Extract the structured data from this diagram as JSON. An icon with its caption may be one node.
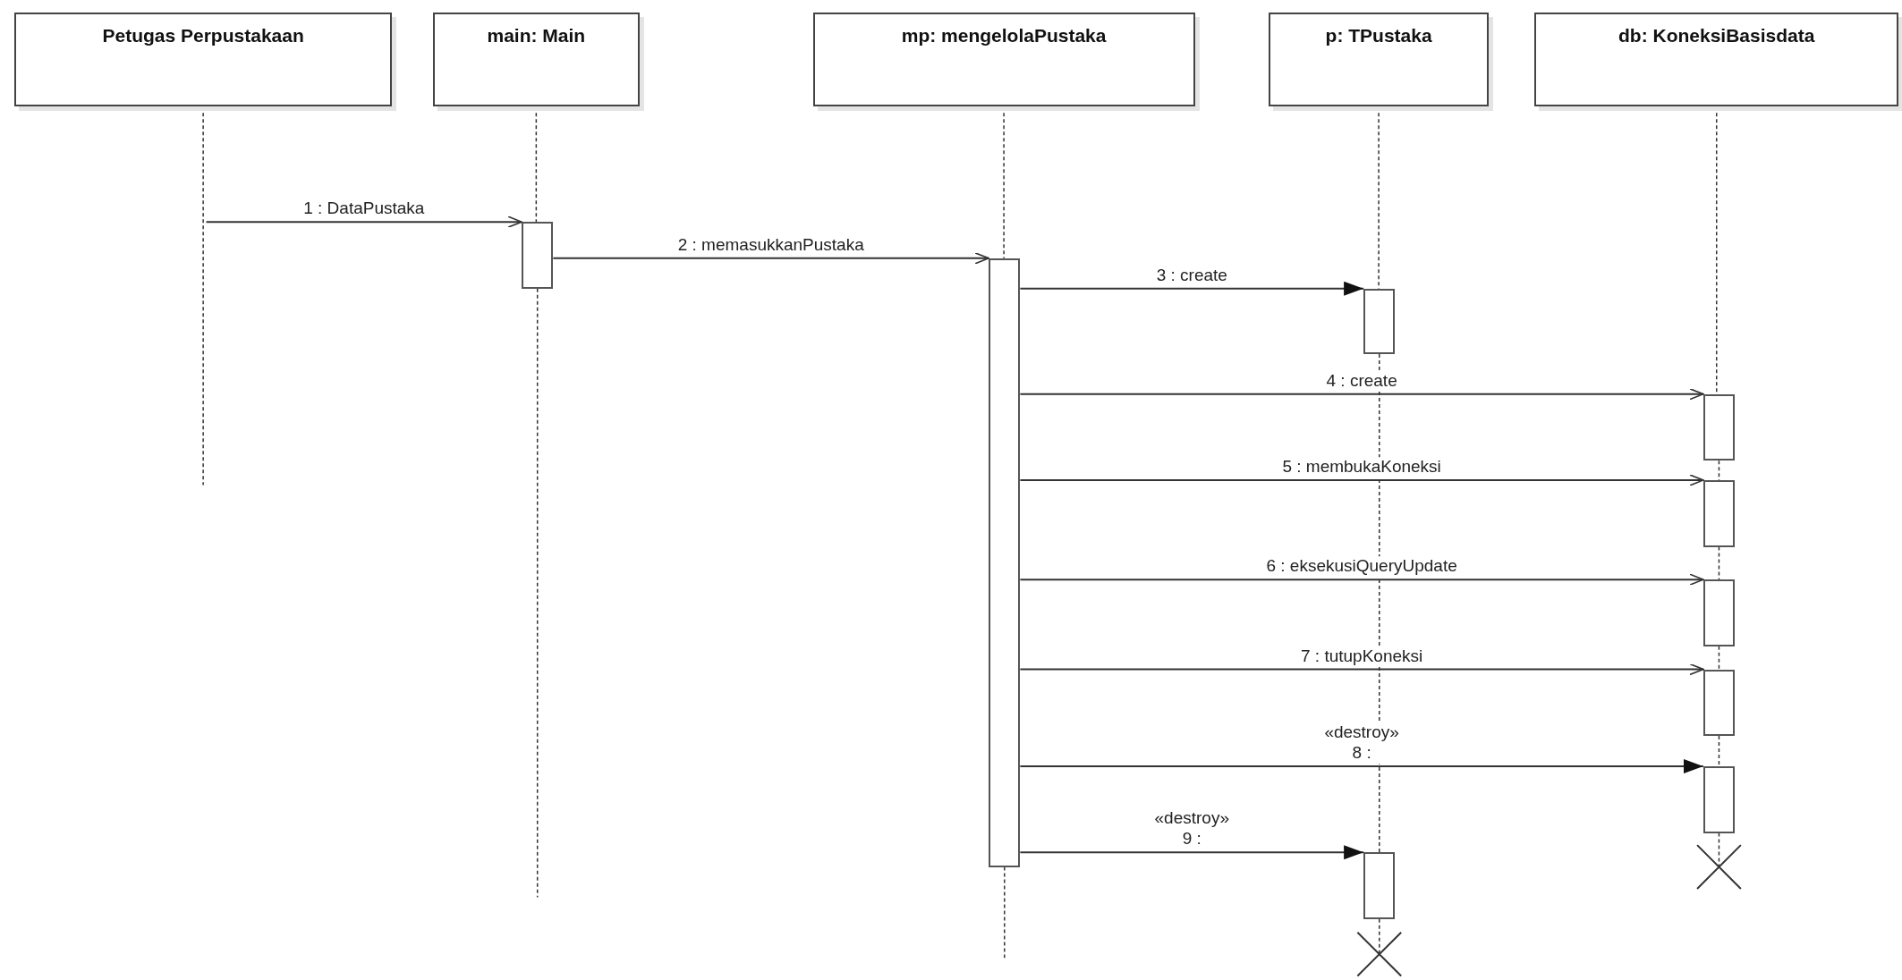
{
  "diagram": {
    "nodes": [
      {
        "text": [
          "Petugas Perpustakaan"
        ]
      },
      {
        "text": [
          "main: Main"
        ]
      },
      {
        "text": [
          "mp: mengelolaPustaka"
        ]
      },
      {
        "text": [
          "p: TPustaka"
        ]
      },
      {
        "text": [
          "db: KoneksiBasisdata"
        ]
      },
      {
        "text": [],
        "shape": "bar"
      },
      {
        "text": [],
        "shape": "bar"
      },
      {
        "text": [],
        "shape": "bar"
      },
      {
        "text": [],
        "shape": "bar"
      },
      {
        "text": [],
        "shape": "bar"
      },
      {
        "text": [],
        "shape": "bar"
      },
      {
        "text": [],
        "shape": "bar"
      },
      {
        "text": [],
        "shape": "bar"
      },
      {
        "text": [],
        "shape": "bar"
      }
    ],
    "edges": [
      {
        "from": null,
        "to": 5,
        "arrow": "to",
        "label": "1 : DataPustaka"
      },
      {
        "from": 5,
        "to": 6,
        "arrow": "to",
        "label": "2 : memasukkanPustaka"
      },
      {
        "from": 6,
        "to": 7,
        "arrow": "to",
        "label": "3 : create"
      },
      {
        "from": 6,
        "to": 8,
        "arrow": "to",
        "label": "4 : create"
      },
      {
        "from": 6,
        "to": 9,
        "arrow": "to",
        "label": "5 : membukaKoneksi"
      },
      {
        "from": 6,
        "to": 10,
        "arrow": "to",
        "label": "6 : eksekusiQueryUpdate"
      },
      {
        "from": 6,
        "to": 11,
        "arrow": "to",
        "label": "7 : tutupKoneksi"
      },
      {
        "from": 6,
        "to": 12,
        "arrow": "to",
        "label": "«destroy» 8 :"
      },
      {
        "from": 6,
        "to": 13,
        "arrow": "to",
        "label": "«destroy» 9 :"
      },
      {
        "from": 0,
        "to": null,
        "arrow": "none",
        "style": "dashed"
      },
      {
        "from": 1,
        "to": 5,
        "arrow": "none",
        "style": "dashed"
      },
      {
        "from": 5,
        "to": null,
        "arrow": "none",
        "style": "dashed"
      },
      {
        "from": 2,
        "to": 6,
        "arrow": "none",
        "style": "dashed"
      },
      {
        "from": 6,
        "to": null,
        "arrow": "none",
        "style": "dashed"
      },
      {
        "from": 3,
        "to": 7,
        "arrow": "none",
        "style": "dashed"
      },
      {
        "from": 7,
        "to": 13,
        "arrow": "none",
        "style": "dashed"
      },
      {
        "from": 13,
        "to": null,
        "arrow": "none",
        "style": "dashed"
      },
      {
        "from": 4,
        "to": 8,
        "arrow": "none",
        "style": "dashed"
      },
      {
        "from": 8,
        "to": 9,
        "arrow": "none",
        "style": "dashed"
      },
      {
        "from": 9,
        "to": 10,
        "arrow": "none",
        "style": "dashed"
      },
      {
        "from": 10,
        "to": 11,
        "arrow": "none",
        "style": "dashed"
      },
      {
        "from": 11,
        "to": 12,
        "arrow": "none",
        "style": "dashed"
      },
      {
        "from": 12,
        "to": null,
        "arrow": "none",
        "style": "dashed"
      }
    ]
  }
}
